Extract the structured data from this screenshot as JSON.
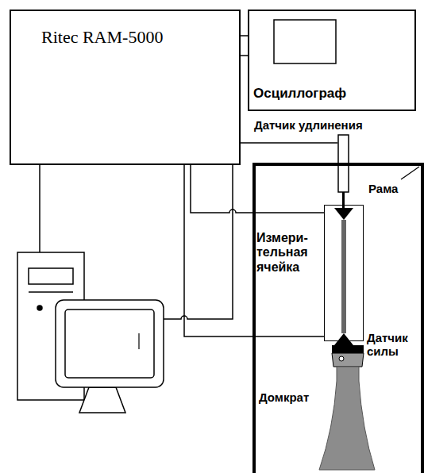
{
  "diagram": {
    "nodes": [
      {
        "text": [
          "Ritec RAM-5000"
        ]
      },
      {
        "text": [
          "Осциллограф"
        ]
      },
      {
        "text": [
          "Рама"
        ]
      },
      {
        "text": [
          "Измери- тельная ячейка"
        ],
        "in": 2
      }
    ],
    "edges": [
      {
        "from": 0,
        "to": 1,
        "arrow": "none"
      },
      {
        "from": 0,
        "to": 1,
        "arrow": "none"
      },
      {
        "from": 0,
        "to": 3,
        "arrow": "none"
      },
      {
        "from": 0,
        "to": 3,
        "arrow": "none"
      }
    ],
    "labels": [
      "Датчик удлинения",
      "Датчик силы",
      "Домкрат"
    ]
  }
}
